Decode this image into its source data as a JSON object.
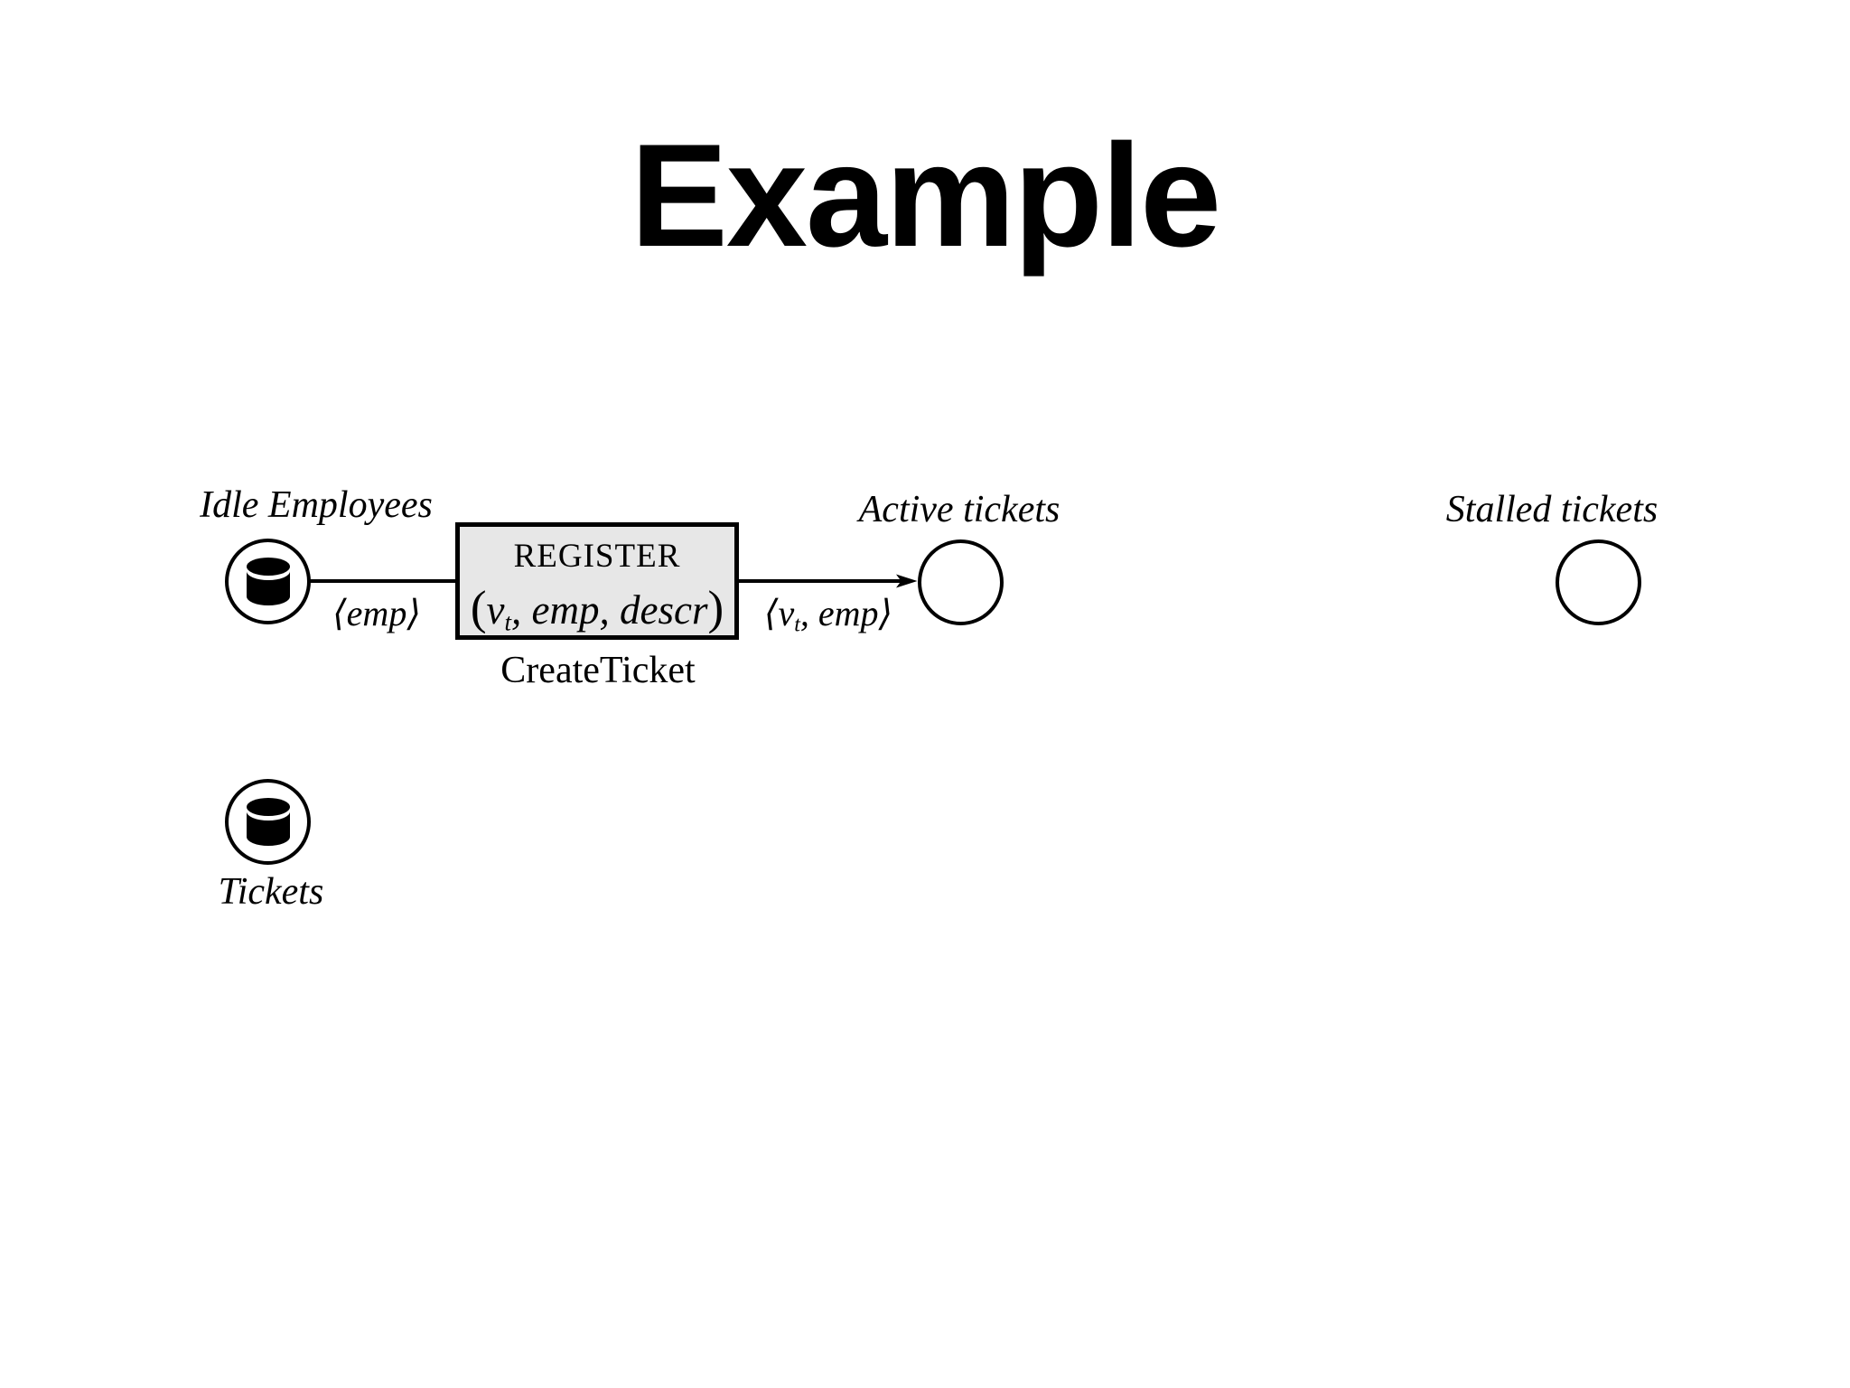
{
  "slide": {
    "title": "Example"
  },
  "diagram": {
    "colors": {
      "stroke": "#000000",
      "transition_fill": "#e7e7e7",
      "background": "#ffffff"
    },
    "places": [
      {
        "label": "Idle Employees",
        "marking": "database"
      },
      {
        "label": "Active tickets",
        "marking": "empty"
      },
      {
        "label": "Stalled tickets",
        "marking": "empty"
      },
      {
        "label": "Tickets",
        "marking": "database"
      }
    ],
    "transition": {
      "name": "REGISTER",
      "tuple_open": "(",
      "tuple_nu": "ν",
      "tuple_sub": "t",
      "tuple_mid": ", emp, descr",
      "tuple_close": ")",
      "caption": "CreateTicket"
    },
    "edges": [
      {
        "label": "⟨emp⟩"
      },
      {
        "label_pre": "⟨ν",
        "label_sub": "t",
        "label_post": ", emp⟩"
      }
    ]
  }
}
